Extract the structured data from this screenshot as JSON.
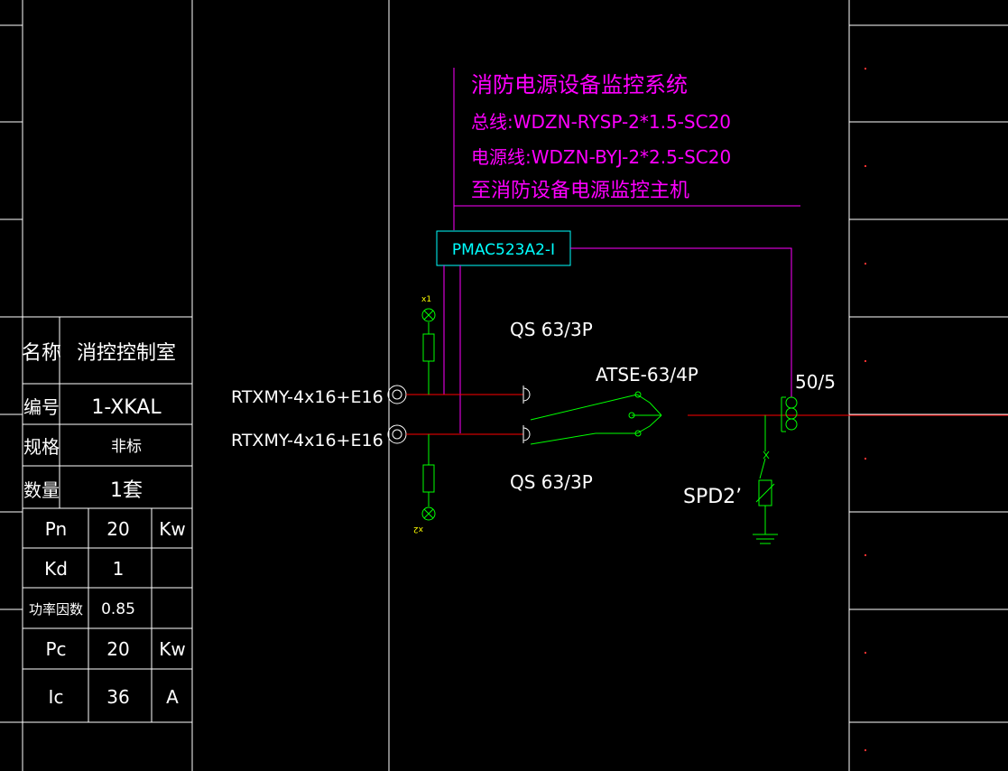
{
  "colors": {
    "background": "#000000",
    "frame": "#ffffff",
    "monitor": "#ff00ff",
    "power_line": "#ff0000",
    "switch": "#00ff00",
    "module": "#00ffff",
    "indicator": "#ffff00"
  },
  "annotation": {
    "line1": "消防电源设备监控系统",
    "line2": "总线:WDZN-RYSP-2*1.5-SC20",
    "line3": "电源线:WDZN-BYJ-2*2.5-SC20",
    "line4": "至消防设备电源监控主机"
  },
  "module_label": "PMAC523A2-I",
  "switches": {
    "qs_top": "QS 63/3P",
    "qs_bottom": "QS 63/3P",
    "atse": "ATSE-63/4P"
  },
  "cables": {
    "top": "RTXMY-4x16+E16",
    "bottom": "RTXMY-4x16+E16"
  },
  "ct_label": "50/5",
  "spd_label": "SPD2’",
  "lamps": {
    "top": "x1",
    "bottom": "x2"
  },
  "spec_table": [
    {
      "label": "名称",
      "value": "消控控制室"
    },
    {
      "label": "编号",
      "value": "1-XKAL"
    },
    {
      "label": "规格",
      "value": "非标"
    },
    {
      "label": "数量",
      "value": "1套"
    }
  ],
  "param_table": [
    {
      "name": "Pn",
      "value": "20",
      "unit": "Kw"
    },
    {
      "name": "Kd",
      "value": "1",
      "unit": ""
    },
    {
      "name": "功率因数",
      "value": "0.85",
      "unit": ""
    },
    {
      "name": "Pc",
      "value": "20",
      "unit": "Kw"
    },
    {
      "name": "Ic",
      "value": "36",
      "unit": "A"
    }
  ]
}
